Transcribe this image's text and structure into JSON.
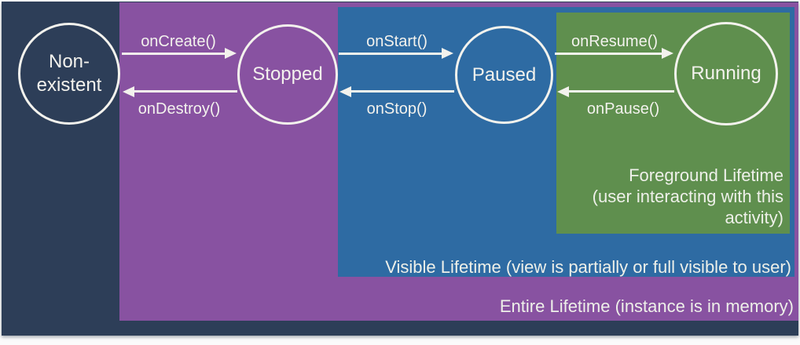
{
  "diagram": {
    "title_hint": "Android activity lifecycle state diagram",
    "colors": {
      "slide_background": "#2d3e58",
      "entire_lifetime": "#8852a1",
      "visible_lifetime": "#2e6ba3",
      "foreground_lifetime": "#5f8f4e",
      "text": "#f3f2ed"
    },
    "states": [
      {
        "id": "non-existent",
        "label": "Non-\nexistent"
      },
      {
        "id": "stopped",
        "label": "Stopped"
      },
      {
        "id": "paused",
        "label": "Paused"
      },
      {
        "id": "running",
        "label": "Running"
      }
    ],
    "transitions": [
      {
        "id": "onCreate",
        "label": "onCreate()",
        "from": "Non-existent",
        "to": "Stopped"
      },
      {
        "id": "onDestroy",
        "label": "onDestroy()",
        "from": "Stopped",
        "to": "Non-existent"
      },
      {
        "id": "onStart",
        "label": "onStart()",
        "from": "Stopped",
        "to": "Paused"
      },
      {
        "id": "onStop",
        "label": "onStop()",
        "from": "Paused",
        "to": "Stopped"
      },
      {
        "id": "onResume",
        "label": "onResume()",
        "from": "Paused",
        "to": "Running"
      },
      {
        "id": "onPause",
        "label": "onPause()",
        "from": "Running",
        "to": "Paused"
      }
    ],
    "lifetimes": {
      "foreground": {
        "label": "Foreground Lifetime\n(user interacting with this\nactivity)"
      },
      "visible": {
        "label": "Visible Lifetime (view is partially or full visible to user)"
      },
      "entire": {
        "label": "Entire Lifetime (instance is in memory)"
      }
    }
  }
}
